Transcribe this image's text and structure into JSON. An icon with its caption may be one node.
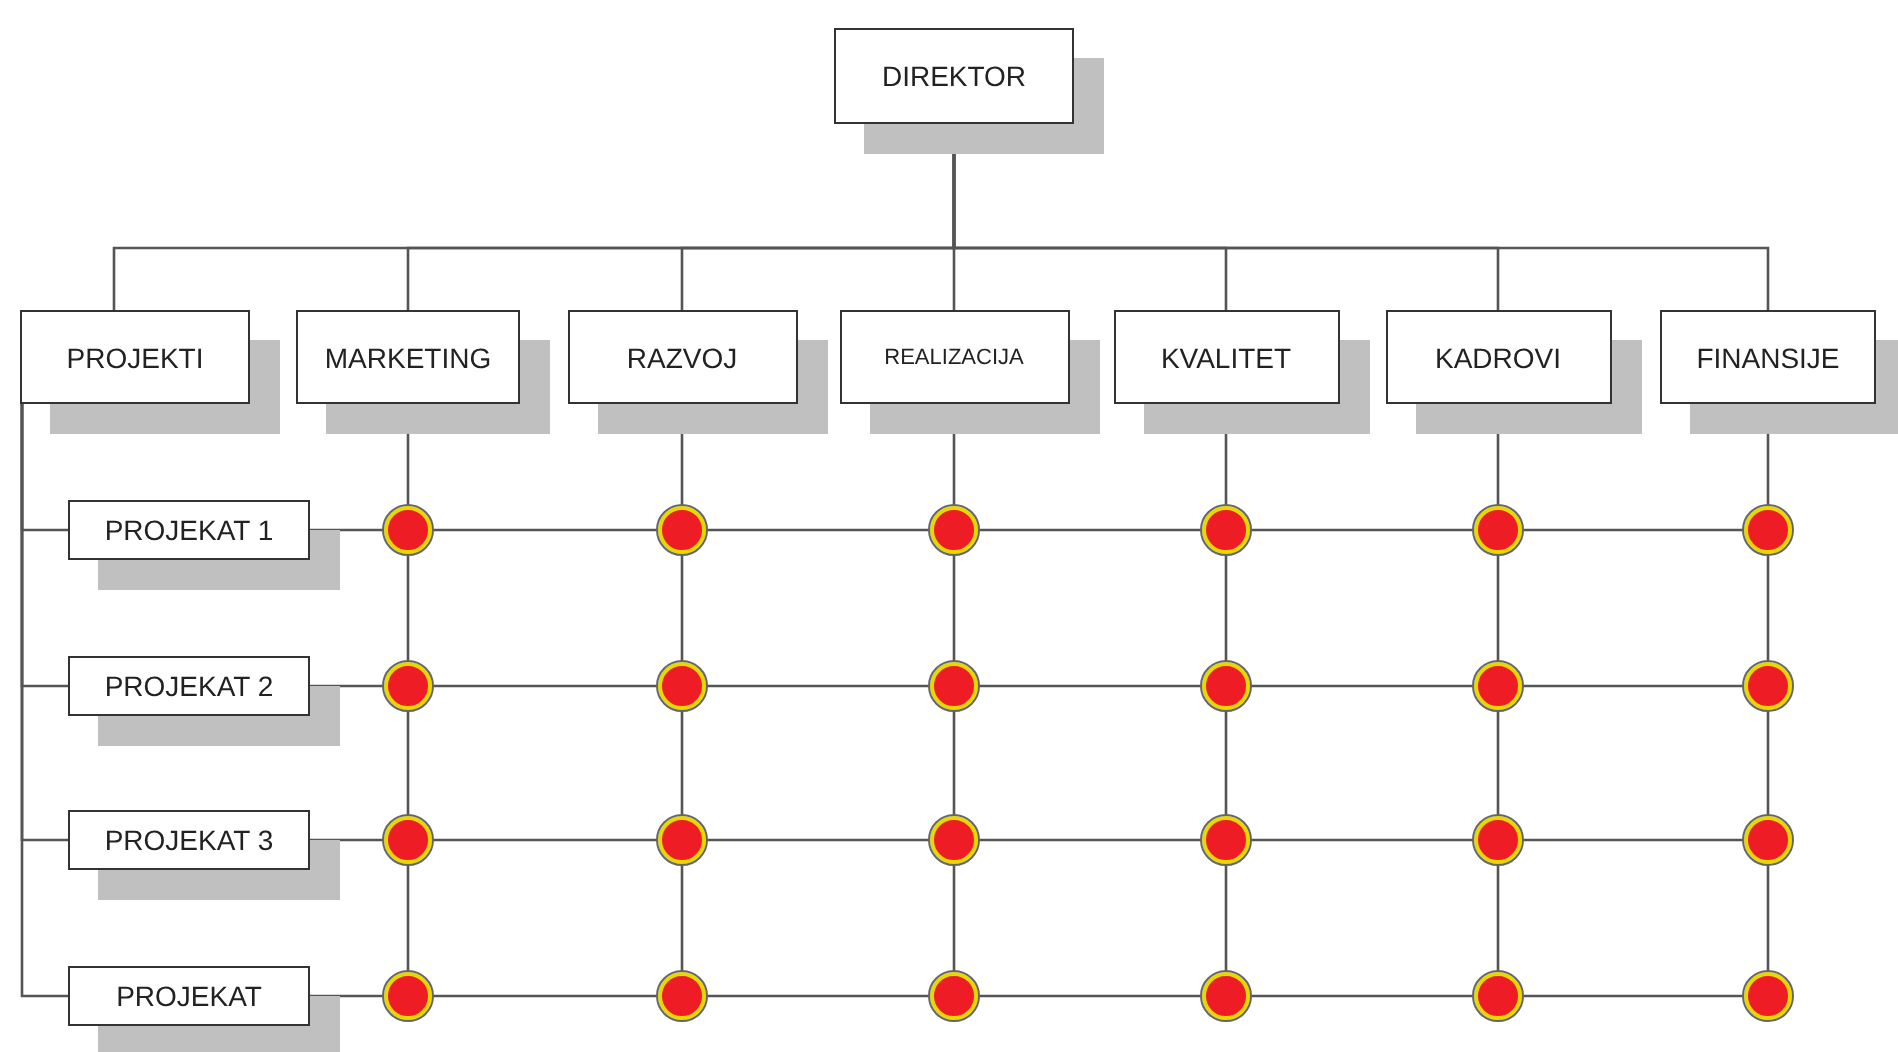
{
  "diagram": {
    "nodes": [
      {
        "text": [
          "DIREKTOR"
        ]
      },
      {
        "text": [
          "PROJEKTI"
        ]
      },
      {
        "text": [
          "MARKETING"
        ]
      },
      {
        "text": [
          "RAZVOJ"
        ]
      },
      {
        "text": [
          "REALIZACIJA"
        ]
      },
      {
        "text": [
          "KVALITET"
        ]
      },
      {
        "text": [
          "KADROVI"
        ]
      },
      {
        "text": [
          "FINANSIJE"
        ]
      },
      {
        "text": [
          "PROJEKAT 1"
        ]
      },
      {
        "text": [
          "PROJEKAT 2"
        ]
      },
      {
        "text": [
          "PROJEKAT 3"
        ]
      },
      {
        "text": [
          "PROJEKAT"
        ]
      },
      {
        "text": [],
        "shape": "circle"
      },
      {
        "text": [],
        "shape": "circle"
      },
      {
        "text": [],
        "shape": "circle"
      },
      {
        "text": [],
        "shape": "circle"
      },
      {
        "text": [],
        "shape": "circle"
      },
      {
        "text": [],
        "shape": "circle"
      },
      {
        "text": [],
        "shape": "circle"
      },
      {
        "text": [],
        "shape": "circle"
      },
      {
        "text": [],
        "shape": "circle"
      },
      {
        "text": [],
        "shape": "circle"
      },
      {
        "text": [],
        "shape": "circle"
      },
      {
        "text": [],
        "shape": "circle"
      },
      {
        "text": [],
        "shape": "circle"
      },
      {
        "text": [],
        "shape": "circle"
      },
      {
        "text": [],
        "shape": "circle"
      },
      {
        "text": [],
        "shape": "circle"
      },
      {
        "text": [],
        "shape": "circle"
      },
      {
        "text": [],
        "shape": "circle"
      },
      {
        "text": [],
        "shape": "circle"
      },
      {
        "text": [],
        "shape": "circle"
      },
      {
        "text": [],
        "shape": "circle"
      },
      {
        "text": [],
        "shape": "circle"
      },
      {
        "text": [],
        "shape": "circle"
      },
      {
        "text": [],
        "shape": "circle"
      }
    ],
    "edges": [
      {
        "from": 0,
        "to": 1,
        "arrow": "none"
      },
      {
        "from": 0,
        "to": 2,
        "arrow": "none"
      },
      {
        "from": 0,
        "to": 3,
        "arrow": "none"
      },
      {
        "from": 0,
        "to": 4,
        "arrow": "none"
      },
      {
        "from": 0,
        "to": 5,
        "arrow": "none"
      },
      {
        "from": 0,
        "to": 6,
        "arrow": "none"
      },
      {
        "from": 0,
        "to": 7,
        "arrow": "none"
      },
      {
        "from": 1,
        "to": 8,
        "arrow": "none"
      },
      {
        "from": 1,
        "to": 9,
        "arrow": "none"
      },
      {
        "from": 1,
        "to": 10,
        "arrow": "none"
      },
      {
        "from": 1,
        "to": 11,
        "arrow": "none"
      },
      {
        "from": 2,
        "to": 12,
        "arrow": "none"
      },
      {
        "from": 12,
        "to": 18,
        "arrow": "none"
      },
      {
        "from": 18,
        "to": 24,
        "arrow": "none"
      },
      {
        "from": 24,
        "to": 30,
        "arrow": "none"
      },
      {
        "from": 3,
        "to": 13,
        "arrow": "none"
      },
      {
        "from": 13,
        "to": 19,
        "arrow": "none"
      },
      {
        "from": 19,
        "to": 25,
        "arrow": "none"
      },
      {
        "from": 25,
        "to": 31,
        "arrow": "none"
      },
      {
        "from": 4,
        "to": 14,
        "arrow": "none"
      },
      {
        "from": 14,
        "to": 20,
        "arrow": "none"
      },
      {
        "from": 20,
        "to": 26,
        "arrow": "none"
      },
      {
        "from": 26,
        "to": 32,
        "arrow": "none"
      },
      {
        "from": 5,
        "to": 15,
        "arrow": "none"
      },
      {
        "from": 15,
        "to": 21,
        "arrow": "none"
      },
      {
        "from": 21,
        "to": 27,
        "arrow": "none"
      },
      {
        "from": 27,
        "to": 33,
        "arrow": "none"
      },
      {
        "from": 6,
        "to": 16,
        "arrow": "none"
      },
      {
        "from": 16,
        "to": 22,
        "arrow": "none"
      },
      {
        "from": 22,
        "to": 28,
        "arrow": "none"
      },
      {
        "from": 28,
        "to": 34,
        "arrow": "none"
      },
      {
        "from": 7,
        "to": 17,
        "arrow": "none"
      },
      {
        "from": 17,
        "to": 23,
        "arrow": "none"
      },
      {
        "from": 23,
        "to": 29,
        "arrow": "none"
      },
      {
        "from": 29,
        "to": 35,
        "arrow": "none"
      },
      {
        "from": 8,
        "to": 12,
        "arrow": "none"
      },
      {
        "from": 12,
        "to": 13,
        "arrow": "none"
      },
      {
        "from": 13,
        "to": 14,
        "arrow": "none"
      },
      {
        "from": 14,
        "to": 15,
        "arrow": "none"
      },
      {
        "from": 15,
        "to": 16,
        "arrow": "none"
      },
      {
        "from": 16,
        "to": 17,
        "arrow": "none"
      },
      {
        "from": 9,
        "to": 18,
        "arrow": "none"
      },
      {
        "from": 18,
        "to": 19,
        "arrow": "none"
      },
      {
        "from": 19,
        "to": 20,
        "arrow": "none"
      },
      {
        "from": 20,
        "to": 21,
        "arrow": "none"
      },
      {
        "from": 21,
        "to": 22,
        "arrow": "none"
      },
      {
        "from": 22,
        "to": 23,
        "arrow": "none"
      },
      {
        "from": 10,
        "to": 24,
        "arrow": "none"
      },
      {
        "from": 24,
        "to": 25,
        "arrow": "none"
      },
      {
        "from": 25,
        "to": 26,
        "arrow": "none"
      },
      {
        "from": 26,
        "to": 27,
        "arrow": "none"
      },
      {
        "from": 27,
        "to": 28,
        "arrow": "none"
      },
      {
        "from": 28,
        "to": 29,
        "arrow": "none"
      },
      {
        "from": 11,
        "to": 30,
        "arrow": "none"
      },
      {
        "from": 30,
        "to": 31,
        "arrow": "none"
      },
      {
        "from": 31,
        "to": 32,
        "arrow": "none"
      },
      {
        "from": 32,
        "to": 33,
        "arrow": "none"
      },
      {
        "from": 33,
        "to": 34,
        "arrow": "none"
      },
      {
        "from": 34,
        "to": 35,
        "arrow": "none"
      }
    ]
  }
}
